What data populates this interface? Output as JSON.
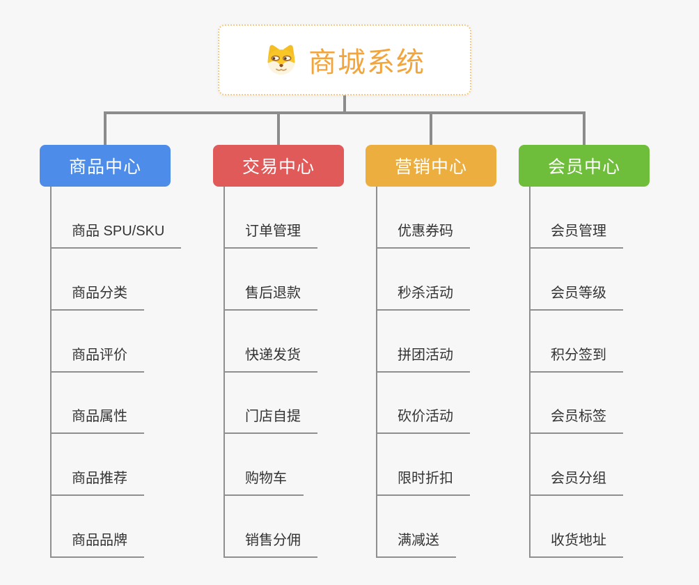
{
  "root": {
    "title": "商城系统",
    "icon": "doge-icon"
  },
  "branches": [
    {
      "label": "商品中心",
      "color": "#4D8DE9",
      "children": [
        "商品 SPU/SKU",
        "商品分类",
        "商品评价",
        "商品属性",
        "商品推荐",
        "商品品牌"
      ]
    },
    {
      "label": "交易中心",
      "color": "#E15A5A",
      "children": [
        "订单管理",
        "售后退款",
        "快递发货",
        "门店自提",
        "购物车",
        "销售分佣"
      ]
    },
    {
      "label": "营销中心",
      "color": "#ECAE3E",
      "children": [
        "优惠券码",
        "秒杀活动",
        "拼团活动",
        "砍价活动",
        "限时折扣",
        "满减送"
      ]
    },
    {
      "label": "会员中心",
      "color": "#6FBE3B",
      "children": [
        "会员管理",
        "会员等级",
        "积分签到",
        "会员标签",
        "会员分组",
        "收货地址"
      ]
    }
  ],
  "colors": {
    "background": "#F7F7F7",
    "connector": "#8C8C8C",
    "child_line": "#8F8F8F",
    "child_text": "#333333",
    "root_accent": "#F2A53C",
    "root_border": "#F6C97F",
    "root_background": "#FFFFFF",
    "branch_text": "#FFFFFF"
  }
}
